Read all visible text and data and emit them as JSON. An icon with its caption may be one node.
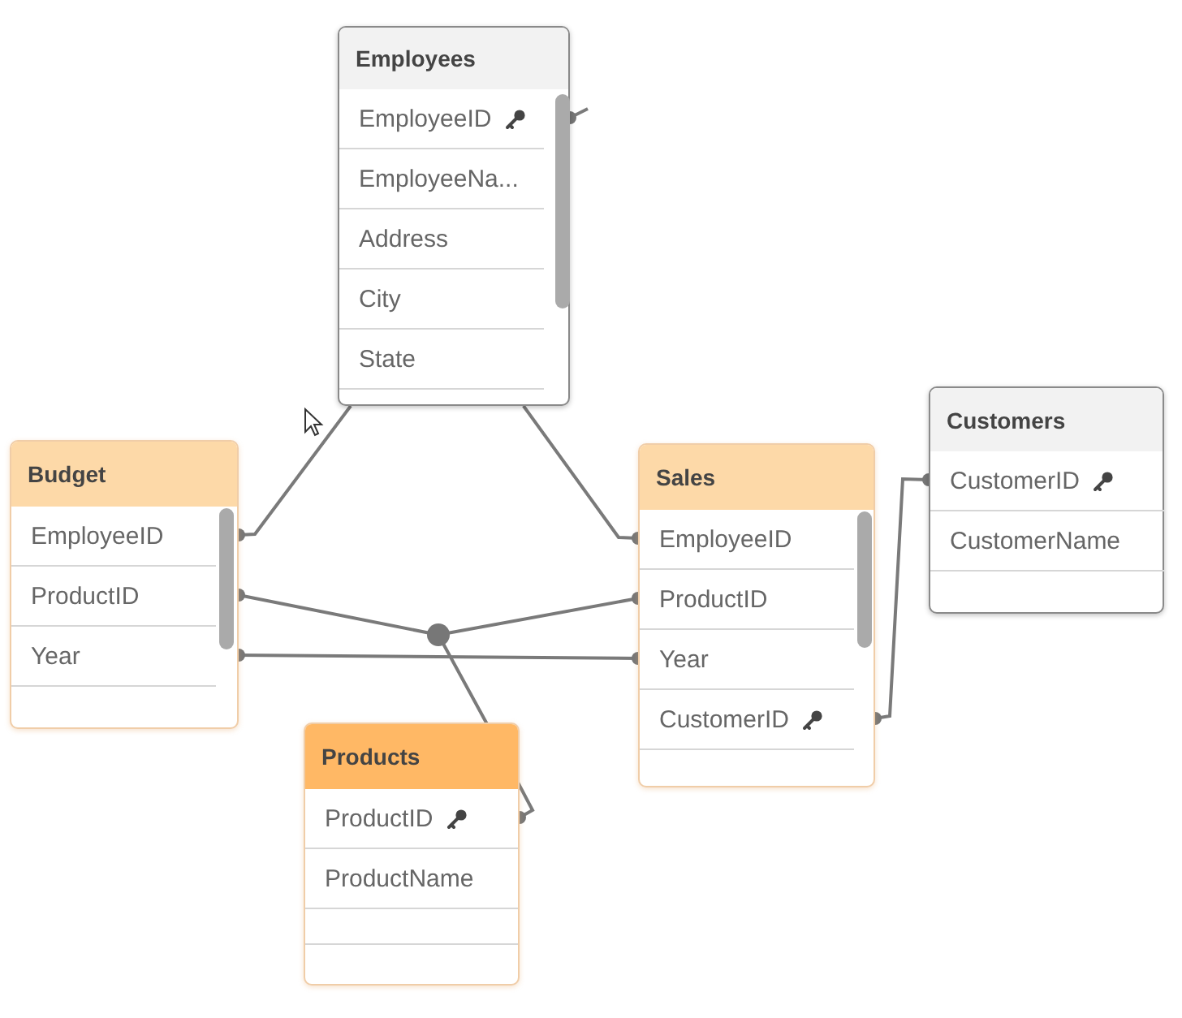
{
  "diagram": {
    "nodes": [
      {
        "text": [
          "Employees"
        ]
      },
      {
        "text": [
          "EmployeeID"
        ],
        "in": 0
      },
      {
        "text": [
          "EmployeeNa..."
        ],
        "in": 0
      },
      {
        "text": [
          "Address"
        ],
        "in": 0
      },
      {
        "text": [
          "City"
        ],
        "in": 0
      },
      {
        "text": [
          "State"
        ],
        "in": 0
      },
      {
        "text": [
          "Budget"
        ]
      },
      {
        "text": [
          "EmployeeID"
        ],
        "in": 6
      },
      {
        "text": [
          "ProductID"
        ],
        "in": 6
      },
      {
        "text": [
          "Year"
        ],
        "in": 6
      },
      {
        "text": [
          "Sales"
        ]
      },
      {
        "text": [
          "EmployeeID"
        ],
        "in": 10
      },
      {
        "text": [
          "ProductID"
        ],
        "in": 10
      },
      {
        "text": [
          "Year"
        ],
        "in": 10
      },
      {
        "text": [
          "CustomerID"
        ],
        "in": 10
      },
      {
        "text": [
          "Customers"
        ]
      },
      {
        "text": [
          "CustomerID"
        ],
        "in": 15
      },
      {
        "text": [
          "CustomerName"
        ],
        "in": 15
      },
      {
        "text": [
          "Products"
        ]
      },
      {
        "text": [
          "ProductID"
        ],
        "in": 18
      },
      {
        "text": [
          "ProductName"
        ],
        "in": 18
      },
      {
        "text": [],
        "shape": "circle"
      }
    ],
    "edges": [
      {
        "from": 0,
        "to": 7,
        "arrow": "other"
      },
      {
        "from": 0,
        "to": 11,
        "arrow": "other"
      },
      {
        "from": null,
        "to": 1,
        "arrow": "other"
      },
      {
        "from": 21,
        "to": 8,
        "arrow": "other"
      },
      {
        "from": 21,
        "to": 12,
        "arrow": "other"
      },
      {
        "from": 21,
        "to": 19,
        "arrow": "other"
      },
      {
        "from": 9,
        "to": 13,
        "arrow": "other"
      },
      {
        "from": 14,
        "to": 16,
        "arrow": "other"
      }
    ]
  }
}
